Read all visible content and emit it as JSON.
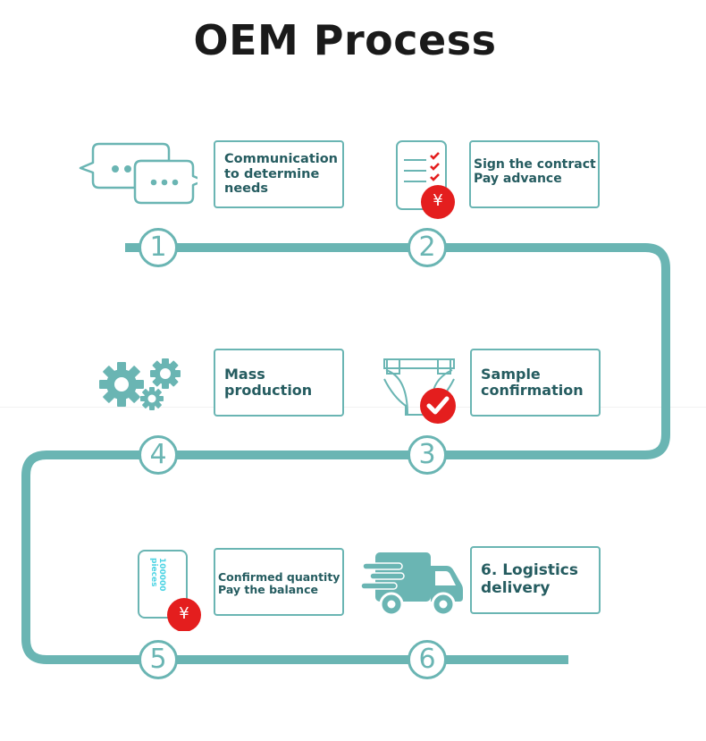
{
  "title": "OEM Process",
  "colors": {
    "teal": "#6ab5b3",
    "text": "#255c60",
    "red": "#e41e1e",
    "title": "#1a1a1a"
  },
  "steps": [
    {
      "number": "1",
      "label": "Communication\nto determine\nneeds",
      "icon": "chat-bubbles-icon"
    },
    {
      "number": "2",
      "label": "Sign the contract\nPay  advance",
      "icon": "contract-checklist-yen-icon"
    },
    {
      "number": "3",
      "label": "Sample\nconfirmation",
      "icon": "diaper-check-icon"
    },
    {
      "number": "4",
      "label": "Mass\nproduction",
      "icon": "gears-icon"
    },
    {
      "number": "5",
      "label": "Confirmed quantity\nPay the balance",
      "icon": "quantity-card-yen-icon",
      "icon_text": "100000\npieces"
    },
    {
      "number": "6",
      "label": "6. Logistics\ndelivery",
      "icon": "delivery-truck-icon"
    }
  ],
  "badges": {
    "yen": "¥"
  }
}
